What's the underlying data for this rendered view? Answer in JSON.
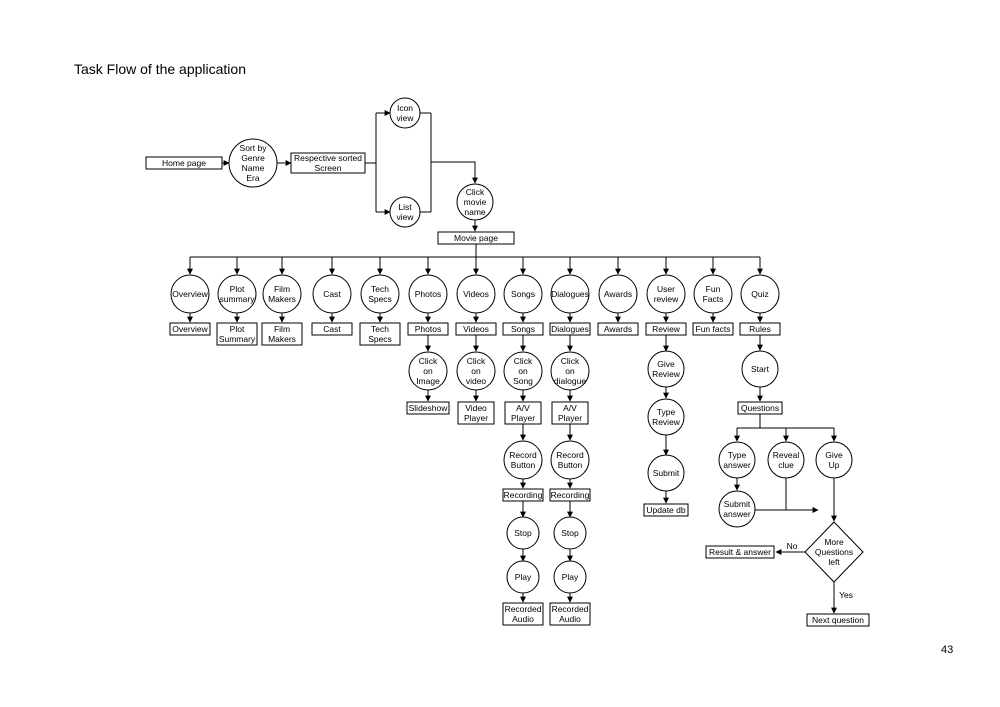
{
  "page": {
    "title": "Task Flow of the application",
    "number": "43"
  },
  "flow": {
    "home_page": "Home page",
    "sort_by": [
      "Sort by",
      "Genre",
      "Name",
      "Era"
    ],
    "respective_sorted_screen": [
      "Respective sorted",
      "Screen"
    ],
    "icon_view": [
      "Icon",
      "view"
    ],
    "list_view": [
      "List",
      "view"
    ],
    "click_movie_name": [
      "Click",
      "movie",
      "name"
    ],
    "movie_page": "Movie page",
    "sections": [
      {
        "name": [
          "Overview"
        ],
        "page": [
          "Overview"
        ]
      },
      {
        "name": [
          "Plot",
          "summary"
        ],
        "page": [
          "Plot",
          "Summary"
        ]
      },
      {
        "name": [
          "Film",
          "Makers"
        ],
        "page": [
          "Film",
          "Makers"
        ]
      },
      {
        "name": [
          "Cast"
        ],
        "page": [
          "Cast"
        ]
      },
      {
        "name": [
          "Tech",
          "Specs"
        ],
        "page": [
          "Tech",
          "Specs"
        ]
      },
      {
        "name": [
          "Photos"
        ],
        "page": [
          "Photos"
        ]
      },
      {
        "name": [
          "Videos"
        ],
        "page": [
          "Videos"
        ]
      },
      {
        "name": [
          "Songs"
        ],
        "page": [
          "Songs"
        ]
      },
      {
        "name": [
          "Dialogues"
        ],
        "page": [
          "Dialogues"
        ]
      },
      {
        "name": [
          "Awards"
        ],
        "page": [
          "Awards"
        ]
      },
      {
        "name": [
          "User",
          "review"
        ],
        "page": [
          "Review"
        ]
      },
      {
        "name": [
          "Fun",
          "Facts"
        ],
        "page": [
          "Fun facts"
        ]
      },
      {
        "name": [
          "Quiz"
        ],
        "page": [
          "Rules"
        ]
      }
    ],
    "photos_branch": {
      "click": [
        "Click",
        "on",
        "Image"
      ],
      "result": [
        "Slideshow"
      ]
    },
    "videos_branch": {
      "click": [
        "Click",
        "on",
        "video"
      ],
      "result": [
        "Video",
        "Player"
      ]
    },
    "songs_branch": {
      "click": [
        "Click",
        "on",
        "Song"
      ],
      "player": [
        "A/V",
        "Player"
      ],
      "record": [
        "Record",
        "Button"
      ],
      "recording": [
        "Recording"
      ],
      "stop": [
        "Stop"
      ],
      "play": [
        "Play"
      ],
      "recorded": [
        "Recorded",
        "Audio"
      ]
    },
    "dialogues_branch": {
      "click": [
        "Click",
        "on",
        "dialogue"
      ],
      "player": [
        "A/V",
        "Player"
      ],
      "record": [
        "Record",
        "Button"
      ],
      "recording": [
        "Recording"
      ],
      "stop": [
        "Stop"
      ],
      "play": [
        "Play"
      ],
      "recorded": [
        "Recorded",
        "Audio"
      ]
    },
    "review_branch": {
      "give": [
        "Give",
        "Review"
      ],
      "type": [
        "Type",
        "Review"
      ],
      "submit": [
        "Submit"
      ],
      "update": [
        "Update db"
      ]
    },
    "quiz_branch": {
      "start": [
        "Start"
      ],
      "questions": [
        "Questions"
      ],
      "type_answer": [
        "Type",
        "answer"
      ],
      "reveal_clue": [
        "Reveal",
        "clue"
      ],
      "give_up": [
        "Give",
        "Up"
      ],
      "submit_answer": [
        "Submit",
        "answer"
      ],
      "more_questions": [
        "More",
        "Questions",
        "left"
      ],
      "no_label": "No",
      "yes_label": "Yes",
      "result_answer": "Result & answer",
      "next_question": "Next question"
    }
  }
}
